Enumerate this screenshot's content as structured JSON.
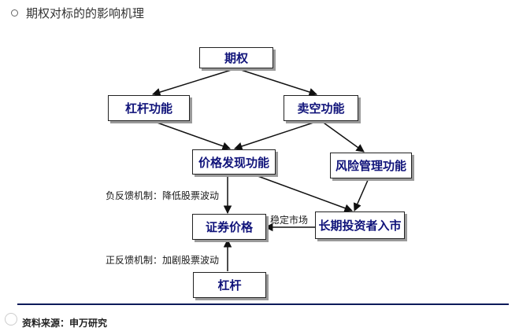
{
  "heading": {
    "text": "期权对标的的影响机理"
  },
  "nodes": {
    "option": "期权",
    "leverage_function": "杠杆功能",
    "short_function": "卖空功能",
    "price_discovery": "价格发现功能",
    "risk_management": "风险管理功能",
    "security_price": "证券价格",
    "long_term_investors": "长期投资者入市",
    "leverage": "杠杆"
  },
  "edge_labels": {
    "negative_feedback": "负反馈机制：降低股票波动",
    "stabilize_market": "稳定市场",
    "positive_feedback": "正反馈机制：加剧股票波动"
  },
  "footer": {
    "source": "资料来源：申万研究"
  }
}
